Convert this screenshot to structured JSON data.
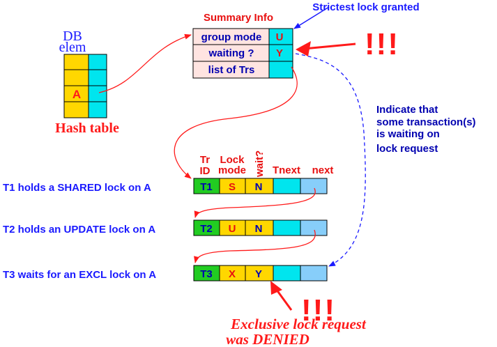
{
  "hash_table": {
    "header_line1": "DB",
    "header_line2": "elem",
    "key": "A",
    "caption": "Hash table"
  },
  "summary": {
    "title": "Summary Info",
    "rows": [
      {
        "label": "group mode",
        "value": "U"
      },
      {
        "label": "waiting ?",
        "value": "Y"
      },
      {
        "label": "list of Trs",
        "value": ""
      }
    ],
    "strictest_note": "Strictest lock granted",
    "exclaim": "!!!"
  },
  "waiting_note": {
    "lines": [
      "Indicate that",
      "some transaction(s)",
      "is waiting on",
      "lock request"
    ]
  },
  "columns": {
    "tr_line1": "Tr",
    "tr_line2": "ID",
    "lock_line1": "Lock",
    "lock_line2": "mode",
    "wait": "wait?",
    "tnext": "Tnext",
    "next": "next"
  },
  "transactions": [
    {
      "description": "T1 holds a SHARED lock on A",
      "id": "T1",
      "mode": "S",
      "wait": "N"
    },
    {
      "description": "T2 holds an UPDATE lock on A",
      "id": "T2",
      "mode": "U",
      "wait": "N"
    },
    {
      "description": "T3 waits for an EXCL lock on A",
      "id": "T3",
      "mode": "X",
      "wait": "Y"
    }
  ],
  "denied": {
    "exclaim": "!!!",
    "line1": "Exclusive lock request",
    "line2": "was DENIED"
  },
  "colors": {
    "yellow": "#ffd700",
    "cyan": "#00e5ee",
    "green": "#22cc22",
    "pink": "#ffe4e1",
    "lightblue": "#87cefa",
    "red": "#ff1a1a",
    "blue": "#1a1aff"
  }
}
